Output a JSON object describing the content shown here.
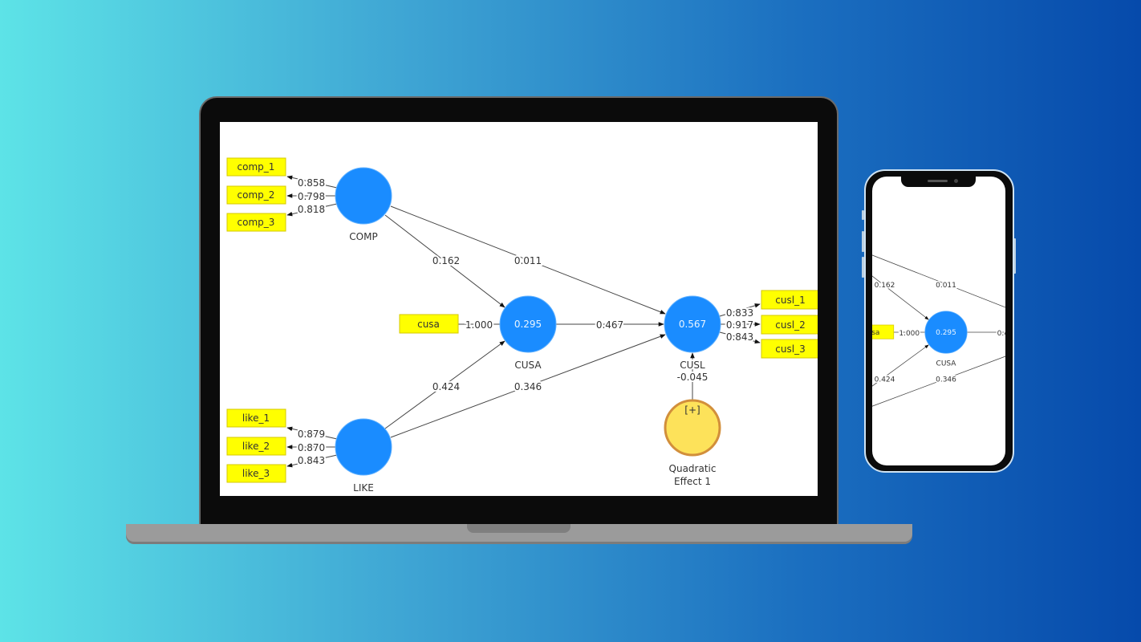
{
  "colors": {
    "latent": "#1a8cff",
    "indicator": "#ffff00",
    "moderator_fill": "#fde25a",
    "moderator_stroke": "#d28f3b"
  },
  "diagram": {
    "constructs": {
      "comp": {
        "name": "COMP",
        "value": ""
      },
      "like": {
        "name": "LIKE",
        "value": ""
      },
      "cusa": {
        "name": "CUSA",
        "value": "0.295"
      },
      "cusl": {
        "name": "CUSL",
        "value": "0.567"
      },
      "quad": {
        "name_line1": "Quadratic",
        "name_line2": "Effect 1",
        "expand": "[+]"
      }
    },
    "indicators": {
      "comp": [
        {
          "label": "comp_1",
          "loading": "0.858"
        },
        {
          "label": "comp_2",
          "loading": "0.798"
        },
        {
          "label": "comp_3",
          "loading": "0.818"
        }
      ],
      "like": [
        {
          "label": "like_1",
          "loading": "0.879"
        },
        {
          "label": "like_2",
          "loading": "0.870"
        },
        {
          "label": "like_3",
          "loading": "0.843"
        }
      ],
      "cusa": [
        {
          "label": "cusa",
          "loading": "1.000"
        }
      ],
      "cusl": [
        {
          "label": "cusl_1",
          "loading": "0.833"
        },
        {
          "label": "cusl_2",
          "loading": "0.917"
        },
        {
          "label": "cusl_3",
          "loading": "0.843"
        }
      ]
    },
    "paths": {
      "comp_cusa": "0.162",
      "comp_cusl": "0.011",
      "like_cusa": "0.424",
      "like_cusl": "0.346",
      "cusa_cusl": "0.467",
      "quad_cusl": "-0.045"
    }
  }
}
